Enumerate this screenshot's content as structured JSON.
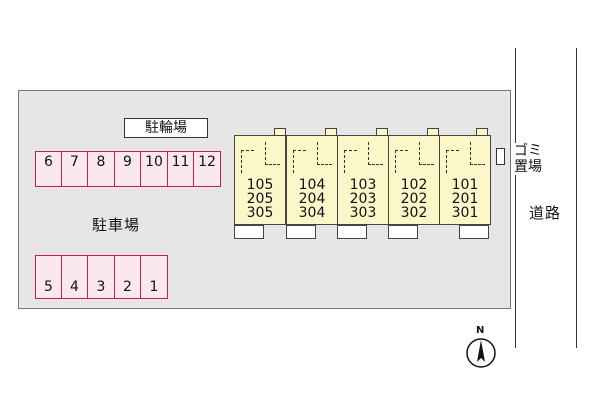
{
  "labels": {
    "bicycle_parking": "駐輪場",
    "car_parking": "駐車場",
    "garbage_line1": "ゴミ",
    "garbage_line2": "置場",
    "road": "道路",
    "north": "N"
  },
  "parking_top": [
    "6",
    "7",
    "8",
    "9",
    "10",
    "11",
    "12"
  ],
  "parking_bottom": [
    "5",
    "4",
    "3",
    "2",
    "1"
  ],
  "units": [
    {
      "rooms": [
        "105",
        "205",
        "305"
      ]
    },
    {
      "rooms": [
        "104",
        "204",
        "304"
      ]
    },
    {
      "rooms": [
        "103",
        "203",
        "303"
      ]
    },
    {
      "rooms": [
        "102",
        "202",
        "302"
      ]
    },
    {
      "rooms": [
        "101",
        "201",
        "301"
      ]
    }
  ],
  "colors": {
    "parking_border": "#c8213a",
    "parking_fill": "#fbe8ee",
    "building_fill": "#fbf7c9",
    "lot_fill": "#e6e6e6"
  }
}
